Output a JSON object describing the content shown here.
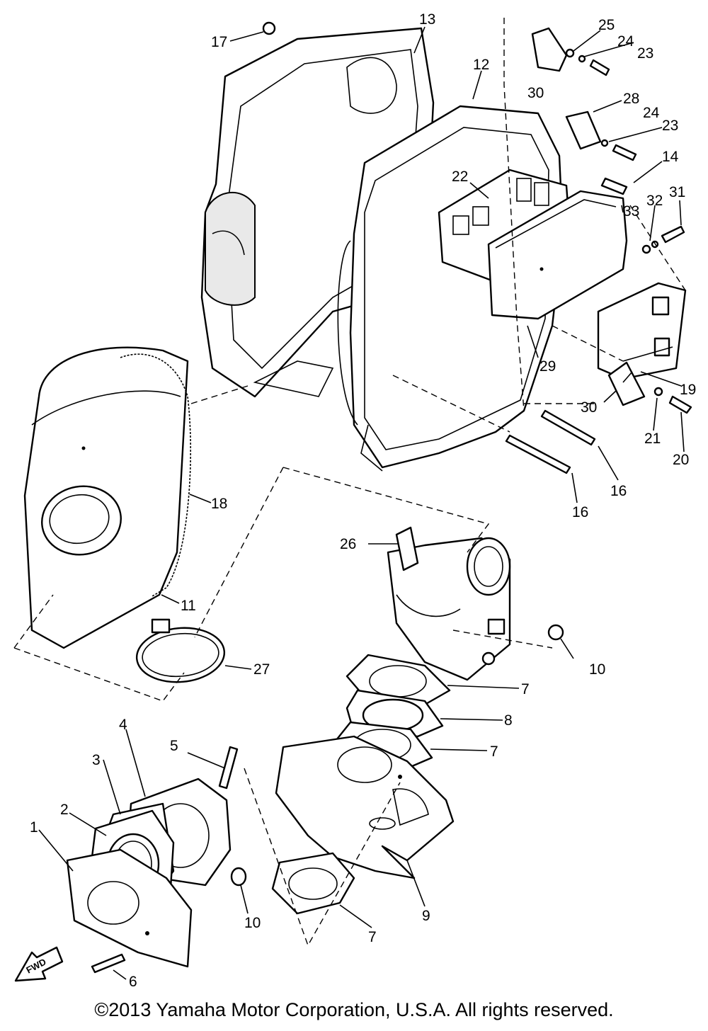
{
  "diagram": {
    "callouts": {
      "p1": "1",
      "p2": "2",
      "p3": "3",
      "p4": "4",
      "p5": "5",
      "p6": "6",
      "p7a": "7",
      "p7b": "7",
      "p7c": "7",
      "p8": "8",
      "p9": "9",
      "p10a": "10",
      "p10b": "10",
      "p11": "11",
      "p12": "12",
      "p13": "13",
      "p14": "14",
      "p16a": "16",
      "p16b": "16",
      "p17": "17",
      "p18": "18",
      "p19": "19",
      "p20": "20",
      "p21": "21",
      "p22": "22",
      "p23a": "23",
      "p23b": "23",
      "p24a": "24",
      "p24b": "24",
      "p25": "25",
      "p26": "26",
      "p27": "27",
      "p28": "28",
      "p29": "29",
      "p30a": "30",
      "p30b": "30",
      "p31": "31",
      "p32": "32",
      "p33": "33"
    },
    "fwd_label": "FWD"
  },
  "footer": {
    "copyright": "©2013 Yamaha Motor Corporation, U.S.A. All rights reserved."
  }
}
